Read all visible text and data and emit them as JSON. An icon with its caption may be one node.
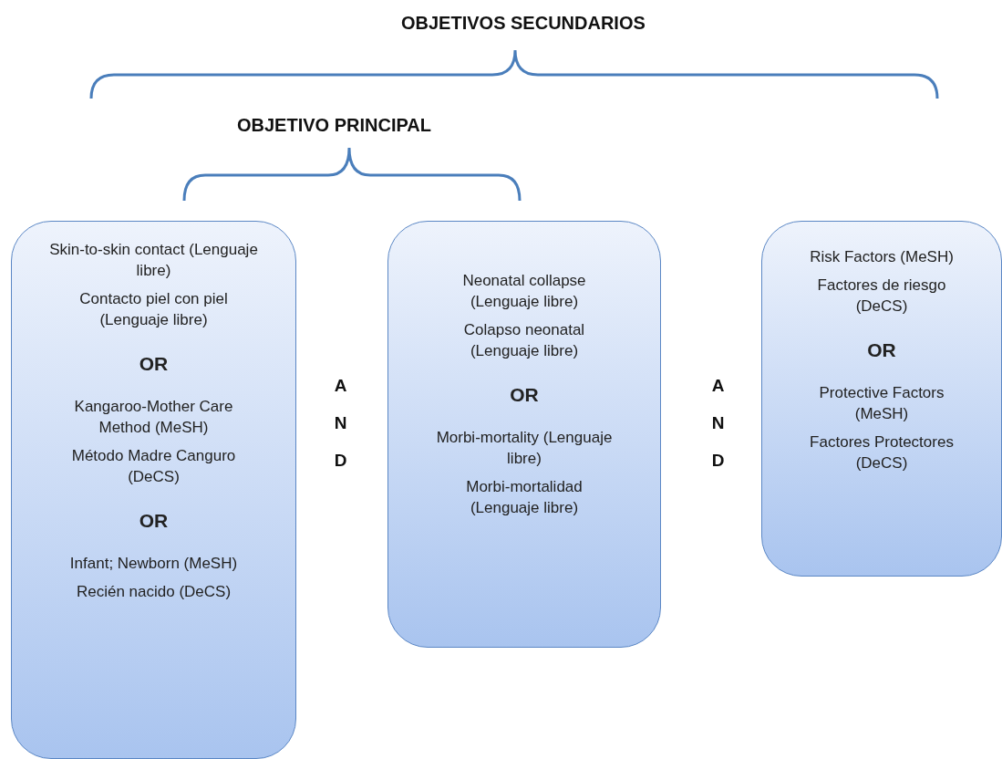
{
  "diagram": {
    "nodes": [
      {
        "text": [
          "Skin-to-skin contact (Lenguaje libre)",
          "Contacto piel con piel (Lenguaje libre)",
          "OR",
          "Kangaroo-Mother Care Method (MeSH)",
          "Método Madre Canguro (DeCS)",
          "OR",
          "Infant; Newborn (MeSH)",
          "Recién nacido (DeCS)"
        ]
      },
      {
        "text": [
          "Neonatal collapse (Lenguaje libre)",
          "Colapso neonatal (Lenguaje libre)",
          "OR",
          "Morbi-mortality (Lenguaje libre)",
          "Morbi-mortalidad (Lenguaje libre)"
        ]
      },
      {
        "text": [
          "Risk Factors (MeSH)",
          "Factores de riesgo (DeCS)",
          "OR",
          "Protective Factors (MeSH)",
          "Factores Protectores (DeCS)"
        ]
      }
    ],
    "labels": [
      "OBJETIVOS SECUNDARIOS",
      "OBJETIVO PRINCIPAL",
      "AND",
      "AND"
    ]
  }
}
